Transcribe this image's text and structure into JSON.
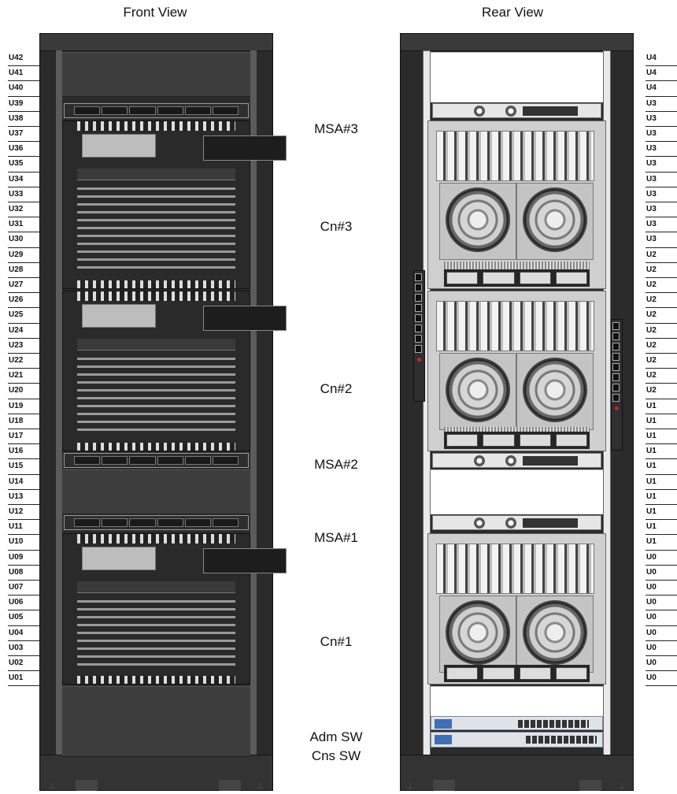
{
  "views": {
    "front_title": "Front View",
    "rear_title": "Rear View"
  },
  "units_left": [
    "U42",
    "U41",
    "U40",
    "U39",
    "U38",
    "U37",
    "U36",
    "U35",
    "U34",
    "U33",
    "U32",
    "U31",
    "U30",
    "U29",
    "U28",
    "U27",
    "U26",
    "U25",
    "U24",
    "U23",
    "U22",
    "U21",
    "U20",
    "U19",
    "U18",
    "U17",
    "U16",
    "U15",
    "U14",
    "U13",
    "U12",
    "U11",
    "U10",
    "U09",
    "U08",
    "U07",
    "U06",
    "U05",
    "U04",
    "U03",
    "U02",
    "U01"
  ],
  "units_right": [
    "U4",
    "U4",
    "U4",
    "U3",
    "U3",
    "U3",
    "U3",
    "U3",
    "U3",
    "U3",
    "U3",
    "U3",
    "U3",
    "U2",
    "U2",
    "U2",
    "U2",
    "U2",
    "U2",
    "U2",
    "U2",
    "U2",
    "U2",
    "U1",
    "U1",
    "U1",
    "U1",
    "U1",
    "U1",
    "U1",
    "U1",
    "U1",
    "U1",
    "U0",
    "U0",
    "U0",
    "U0",
    "U0",
    "U0",
    "U0",
    "U0",
    "U0"
  ],
  "device_labels": {
    "msa3": "MSA#3",
    "cn3": "Cn#3",
    "cn2": "Cn#2",
    "msa2": "MSA#2",
    "msa1": "MSA#1",
    "cn1": "Cn#1",
    "adm_sw": "Adm SW",
    "cns_sw": "Cns SW"
  },
  "colors": {
    "rack": "#2b2b2b",
    "post": "#5b5b5b",
    "switch_accent": "#3f6fb5",
    "pdu_led": "#cc2222"
  },
  "icons": {
    "fan": "fan-icon",
    "power_supply": "power-supply-icon",
    "drive_bay": "drive-bay-icon"
  }
}
